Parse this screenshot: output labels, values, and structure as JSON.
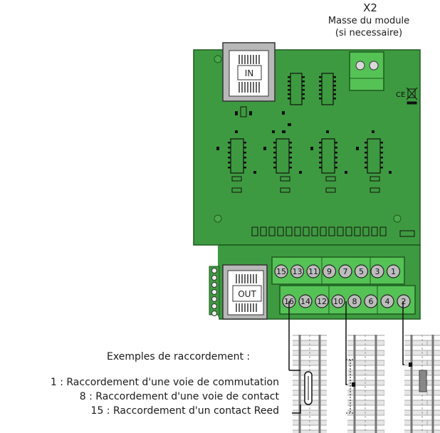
{
  "x2": {
    "title": "X2",
    "line1": "Masse du module",
    "line2": "(si necessaire)"
  },
  "board": {
    "connector_in_label": "IN",
    "connector_out_label": "OUT",
    "ce_mark": "CE",
    "pcb_color": "#3e9a40",
    "terminal_color": "#55c255"
  },
  "terminals": {
    "top_row": [
      "15",
      "13",
      "11",
      "9",
      "7",
      "5",
      "3",
      "1"
    ],
    "bottom_row": [
      "16",
      "14",
      "12",
      "10",
      "8",
      "6",
      "4",
      "2"
    ]
  },
  "examples": {
    "title": "Exemples de raccordement :",
    "items": [
      {
        "label": "1 : Raccordement d'une voie de commutation"
      },
      {
        "label": "8 : Raccordement d'une voie de contact"
      },
      {
        "label": "15 : Raccordement d'un contact Reed"
      }
    ]
  }
}
